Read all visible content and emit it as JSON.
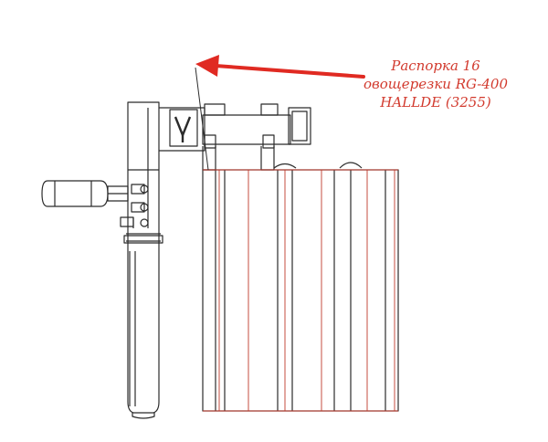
{
  "callout": {
    "lines": [
      "Распорка 16",
      "овощерезки RG-400",
      "HALLDE (3255)"
    ]
  },
  "colors": {
    "line": "#2b2b2b",
    "red_line": "#c0392b",
    "arrow": "#e02a22",
    "text": "#d23a2e",
    "background": "#ffffff"
  }
}
